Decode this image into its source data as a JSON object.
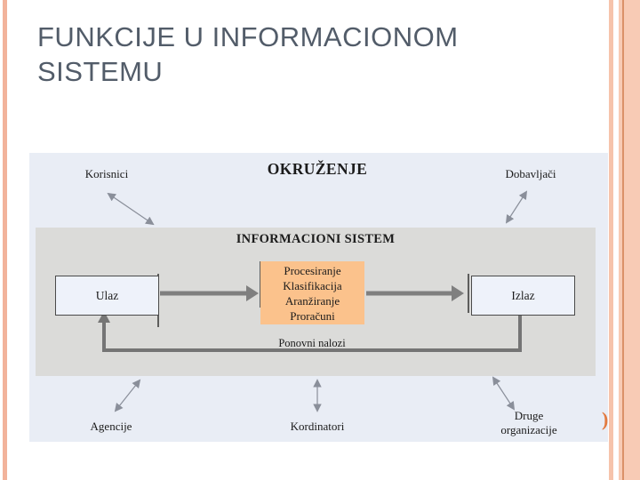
{
  "slide": {
    "title": "FUNKCIJE U INFORMACIONOM SISTEMU",
    "slide_number_bracket": ")"
  },
  "diagram": {
    "environment_label": "OKRUŽENJE",
    "system_label": "INFORMACIONI SISTEM",
    "input_label": "Ulaz",
    "output_label": "Izlaz",
    "process_steps": [
      "Procesiranje",
      "Klasifikacija",
      "Aranžiranje",
      "Proračuni"
    ],
    "feedback_label": "Ponovni nalozi",
    "actors": {
      "top_left": "Korisnici",
      "top_right": "Dobavljači",
      "bottom_left": "Agencije",
      "bottom_center": "Kordinatori",
      "bottom_right": "Druge organizacije"
    },
    "colors": {
      "panel_bg": "#E9EDF5",
      "system_box_bg": "#DBDBD9",
      "process_box_bg": "#FBC28C",
      "io_box_bg": "#EEF2FA",
      "thick_arrow": "#7F7F7F",
      "thin_arrow": "#8A8F9A",
      "border_salmon": "#F2B39B",
      "border_orange_line": "#DB9168",
      "title_text": "#525C69"
    }
  }
}
